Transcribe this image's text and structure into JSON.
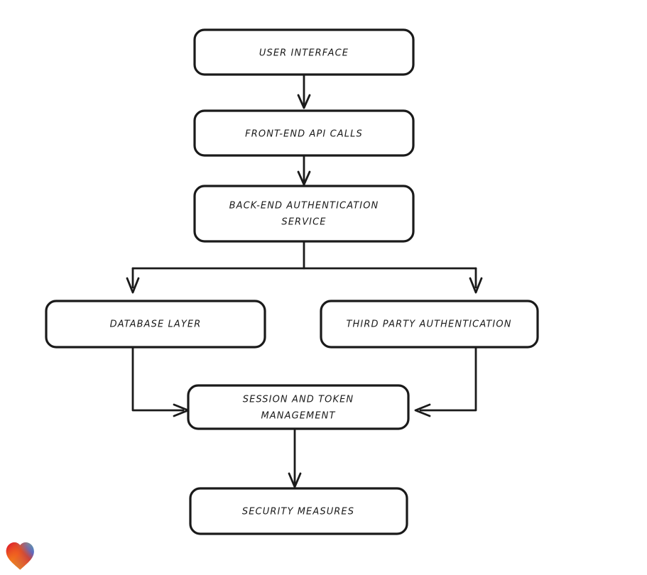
{
  "diagram": {
    "type": "flowchart",
    "background_color": "#ffffff",
    "stroke_color": "#1a1a1a",
    "style": "hand-drawn rounded boxes with arrow connectors",
    "nodes": [
      {
        "id": "user-interface",
        "label": "USER INTERFACE"
      },
      {
        "id": "front-end-api-calls",
        "label": "FRONT-END API CALLS"
      },
      {
        "id": "back-end-auth-service",
        "label_line1": "BACK-END AUTHENTICATION",
        "label_line2": "SERVICE"
      },
      {
        "id": "database-layer",
        "label": "DATABASE LAYER"
      },
      {
        "id": "third-party-auth",
        "label": "THIRD PARTY AUTHENTICATION"
      },
      {
        "id": "session-token-mgmt",
        "label_line1": "SESSION AND TOKEN",
        "label_line2": "MANAGEMENT"
      },
      {
        "id": "security-measures",
        "label": "SECURITY MEASURES"
      }
    ],
    "edges": [
      {
        "from": "user-interface",
        "to": "front-end-api-calls"
      },
      {
        "from": "front-end-api-calls",
        "to": "back-end-auth-service"
      },
      {
        "from": "back-end-auth-service",
        "to": "database-layer"
      },
      {
        "from": "back-end-auth-service",
        "to": "third-party-auth"
      },
      {
        "from": "database-layer",
        "to": "session-token-mgmt"
      },
      {
        "from": "third-party-auth",
        "to": "session-token-mgmt"
      },
      {
        "from": "session-token-mgmt",
        "to": "security-measures"
      }
    ]
  },
  "watermark": {
    "icon": "heart-icon",
    "colors": [
      "#e8262b",
      "#f59120",
      "#f8a01c",
      "#3aa9dd",
      "#2e6fd4"
    ]
  }
}
